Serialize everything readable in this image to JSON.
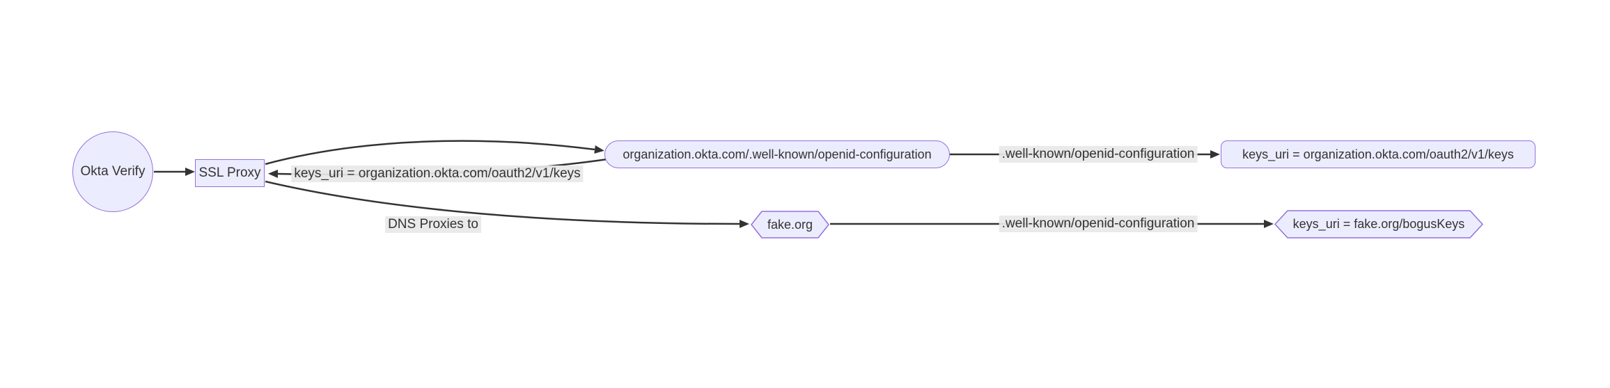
{
  "diagram": {
    "type": "flowchart-LR",
    "colors": {
      "node_fill": "#ECECFF",
      "node_border": "#9370DB",
      "edge_stroke": "#333333",
      "edge_label_bg": "#e8e8e8",
      "text": "#333333",
      "background": "#ffffff"
    },
    "nodes": [
      {
        "id": "okta-verify",
        "shape": "circle",
        "label": "Okta Verify"
      },
      {
        "id": "ssl-proxy",
        "shape": "rect",
        "label": "SSL Proxy"
      },
      {
        "id": "openid-config",
        "shape": "stadium",
        "label": "organization.okta.com/.well-known/openid-configuration"
      },
      {
        "id": "keys-uri-okta",
        "shape": "rounded-rect",
        "label": "keys_uri = organization.okta.com/oauth2/v1/keys"
      },
      {
        "id": "fake-org",
        "shape": "hexagon",
        "label": "fake.org"
      },
      {
        "id": "keys-uri-fake",
        "shape": "hexagon",
        "label": "keys_uri = fake.org/bogusKeys"
      }
    ],
    "edges": [
      {
        "from": "okta-verify",
        "to": "ssl-proxy",
        "label": ""
      },
      {
        "from": "ssl-proxy",
        "to": "openid-config",
        "label": ""
      },
      {
        "from": "openid-config",
        "to": "ssl-proxy",
        "label": "keys_uri = organization.okta.com/oauth2/v1/keys"
      },
      {
        "from": "openid-config",
        "to": "keys-uri-okta",
        "label": ".well-known/openid-configuration"
      },
      {
        "from": "ssl-proxy",
        "to": "fake-org",
        "label": "DNS Proxies to"
      },
      {
        "from": "fake-org",
        "to": "keys-uri-fake",
        "label": ".well-known/openid-configuration"
      }
    ]
  }
}
